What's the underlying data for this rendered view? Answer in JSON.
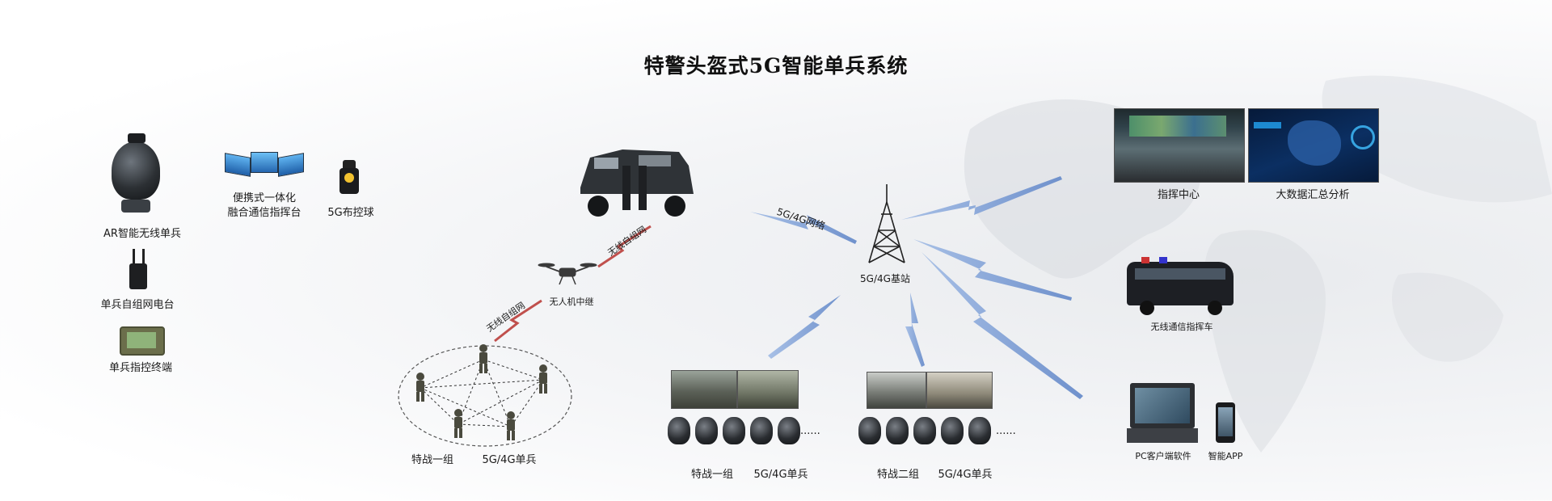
{
  "title": "特警头盔式5G智能单兵系统",
  "left_devices": {
    "ar_helmet": "AR智能无线单兵",
    "radio": "单兵自组网电台",
    "terminal": "单兵指控终端",
    "laptop_line1": "便携式一体化",
    "laptop_line2": "融合通信指挥台",
    "camera_ball": "5G布控球"
  },
  "links": {
    "adhoc_upper": "无线自组网",
    "adhoc_lower": "无线自组网",
    "network": "5G/4G网络"
  },
  "drone": "无人机中继",
  "base_station": "5G/4G基站",
  "groups": {
    "ring_team": "特战一组",
    "ring_unit": "5G/4G单兵",
    "team1": "特战一组",
    "team1_unit": "5G/4G单兵",
    "team2": "特战二组",
    "team2_unit": "5G/4G单兵",
    "ellipsis": "......"
  },
  "right": {
    "command_center": "指挥中心",
    "big_data": "大数据汇总分析",
    "vehicle": "无线通信指挥车",
    "pc_client": "PC客户端软件",
    "app": "智能APP"
  },
  "colors": {
    "lightning": "#7f9fd3",
    "adhoc": "#c0504d"
  }
}
